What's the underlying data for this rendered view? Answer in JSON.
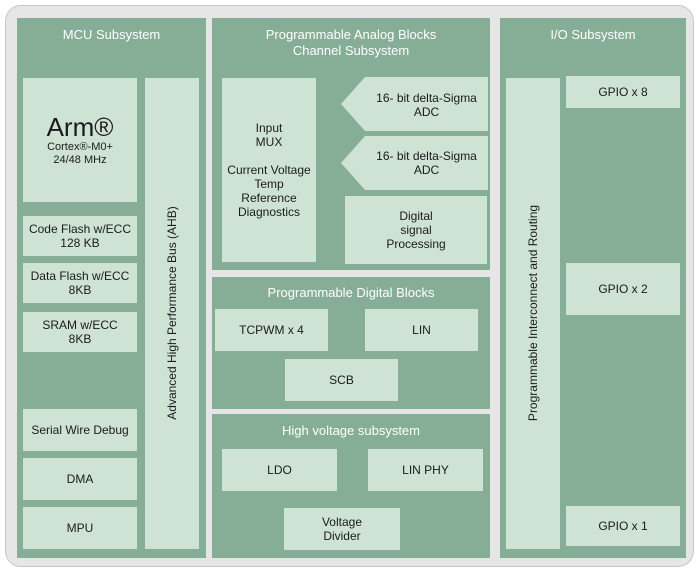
{
  "mcu": {
    "title": "MCU Subsystem",
    "arm_brand": "Arm®",
    "arm_core": "Cortex®-M0+\n24/48 MHz",
    "code_flash": "Code Flash w/ECC\n128 KB",
    "data_flash": "Data Flash w/ECC\n8KB",
    "sram": "SRAM w/ECC\n8KB",
    "swd": "Serial Wire Debug",
    "dma": "DMA",
    "mpu": "MPU",
    "bus": "Advanced High Performance Bus (AHB)"
  },
  "analog": {
    "title": "Programmable Analog Blocks\nChannel Subsystem",
    "mux": "Input\nMUX\n\nCurrent Voltage\nTemp\nReference\nDiagnostics",
    "adc1": "16- bit delta-Sigma\nADC",
    "adc2": "16- bit delta-Sigma\nADC",
    "dsp": "Digital\nsignal\nProcessing"
  },
  "digital": {
    "title": "Programmable Digital Blocks",
    "tcpwm": "TCPWM x 4",
    "lin": "LIN",
    "scb": "SCB"
  },
  "hv": {
    "title": "High voltage subsystem",
    "ldo": "LDO",
    "linphy": "LIN PHY",
    "divider": "Voltage\nDivider"
  },
  "io": {
    "title": "I/O Subsystem",
    "interconnect": "Programmable Interconnect and Routing",
    "gpio8": "GPIO x 8",
    "gpio2": "GPIO x 2",
    "gpio1": "GPIO x 1"
  },
  "colors": {
    "panel": "#86ad96",
    "block": "#cfe3d5",
    "frame": "#e6e6e6"
  }
}
